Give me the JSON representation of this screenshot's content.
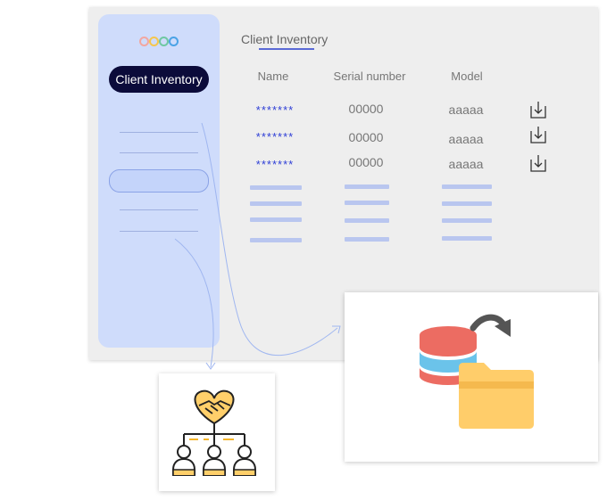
{
  "sidebar": {
    "title": "Client Inventory",
    "logo_colors": [
      "#f2a7a0",
      "#f5c64d",
      "#6fc8a2",
      "#4ba3e6"
    ]
  },
  "page": {
    "heading": "Client Inventory"
  },
  "table": {
    "columns": [
      "Name",
      "Serial number",
      "Model"
    ],
    "rows": [
      {
        "name": "*******",
        "serial": "00000",
        "model": "aaaaa"
      },
      {
        "name": "*******",
        "serial": "00000",
        "model": "aaaaa"
      },
      {
        "name": "*******",
        "serial": "00000",
        "model": "aaaaa"
      }
    ]
  },
  "icons": {
    "download": "download-icon",
    "team": "team-handshake-icon",
    "database": "database-icon",
    "folder": "folder-icon",
    "arrow": "curved-arrow-icon"
  },
  "colors": {
    "sidebar_bg": "#cfdcfb",
    "title_pill_bg": "#0b0b3a",
    "masked_text": "#2f3fd6",
    "underline": "#5a6ad6",
    "db_red": "#ec6c62",
    "db_blue": "#6bc3ea",
    "folder": "#ffcd6a"
  }
}
